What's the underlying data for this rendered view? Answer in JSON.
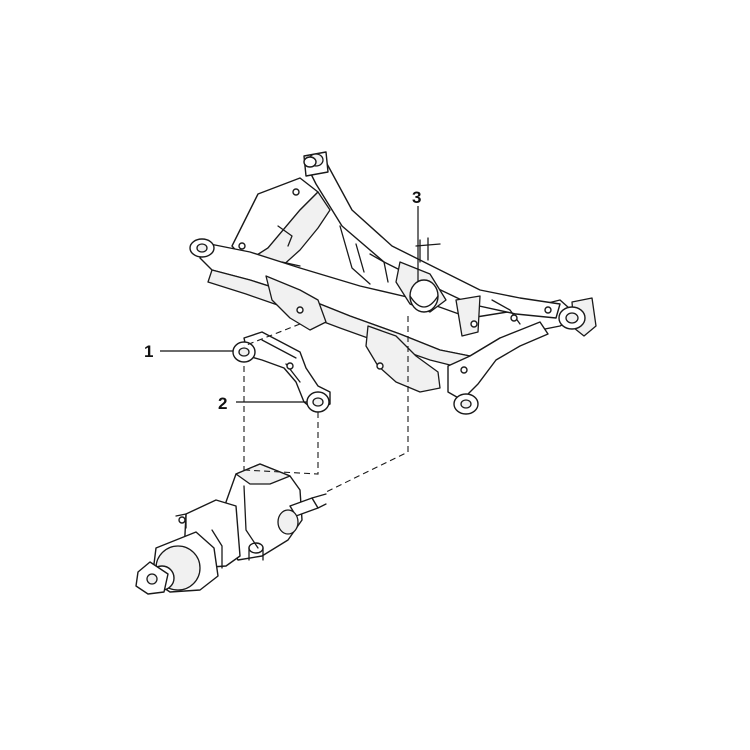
{
  "callouts": [
    {
      "id": "1",
      "text": "1"
    },
    {
      "id": "2",
      "text": "2"
    },
    {
      "id": "3",
      "text": "3"
    }
  ],
  "colors": {
    "background": "#ffffff",
    "line": "#1a1a1a",
    "part_fill": "#f1f1f1"
  }
}
